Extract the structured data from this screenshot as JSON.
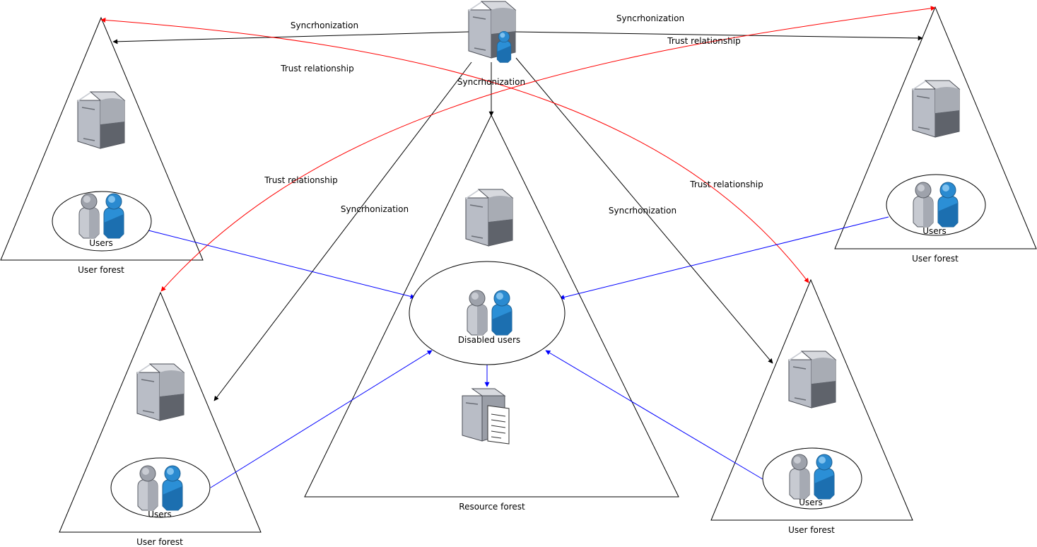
{
  "labels": {
    "sync_top_left": "Syncrhonization",
    "sync_top_right": "Syncrhonization",
    "sync_center_down": "Syncrhonization",
    "sync_left_down": "Syncrhonization",
    "sync_right_down": "Syncrhonization",
    "trust_top_left": "Trust relationship",
    "trust_top_right": "Trust relationship",
    "trust_mid_left": "Trust relationship",
    "trust_mid_right": "Trust relationship"
  },
  "forests": {
    "top_left": {
      "caption": "User forest",
      "users_label": "Users"
    },
    "top_right": {
      "caption": "User forest",
      "users_label": "Users"
    },
    "bottom_left": {
      "caption": "User forest",
      "users_label": "Users"
    },
    "bottom_right": {
      "caption": "User forest",
      "users_label": "Users"
    },
    "resource": {
      "caption": "Resource forest",
      "users_label": "Disabled users"
    }
  },
  "colors": {
    "trust": "#ff0000",
    "user_link": "#0000ff",
    "sync": "#000000"
  }
}
